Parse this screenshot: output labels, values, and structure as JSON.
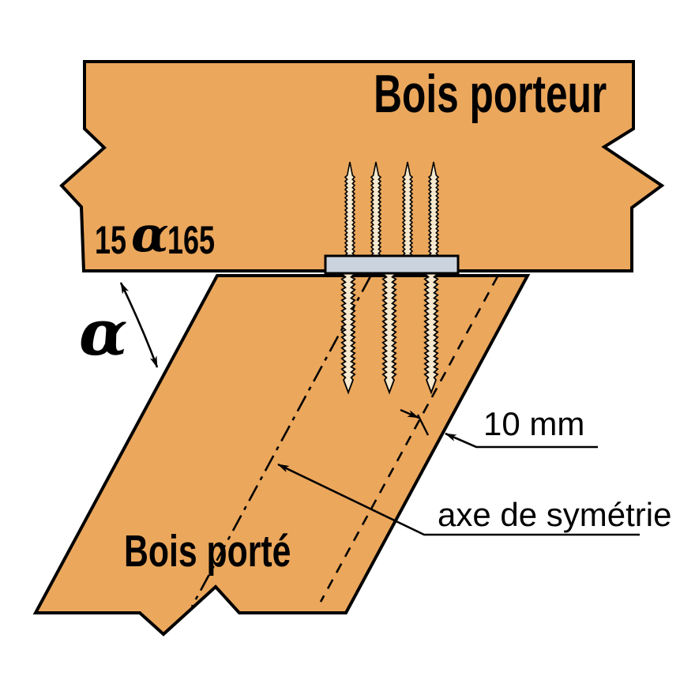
{
  "diagram": {
    "labels": {
      "upper_beam": "Bois porteur",
      "lower_beam": "Bois porté",
      "angle_min": "15",
      "alpha": "α",
      "angle_max": "165",
      "alpha_large": "α",
      "dimension": "10 mm",
      "axis_of_symmetry": "axe de symétrie"
    },
    "colors": {
      "wood": "#EBA75C",
      "plate": "#CBD4DE",
      "screw": "#F6E8CE",
      "line": "#000000",
      "background": "#FFFFFF"
    }
  }
}
